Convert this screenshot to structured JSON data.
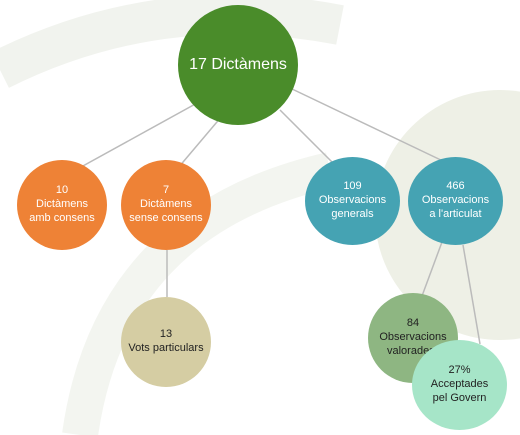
{
  "colors": {
    "root": "#4a8c2a",
    "orange": "#ee8236",
    "teal": "#45a3b3",
    "beige": "#d5cda3",
    "sage": "#8eb682",
    "mint": "#a6e5c8",
    "connector": "#bbbbbb"
  },
  "root": {
    "text": "17 Dictàmens"
  },
  "dictamens_amb_consens": {
    "line1": "10",
    "line2": "Dictàmens",
    "line3": "amb consens"
  },
  "dictamens_sense_consens": {
    "line1": "7",
    "line2": "Dictàmens",
    "line3": "sense consens"
  },
  "observacions_generals": {
    "line1": "109",
    "line2": "Observacions",
    "line3": "generals"
  },
  "observacions_articulat": {
    "line1": "466",
    "line2": "Observacions",
    "line3": "a l'articulat"
  },
  "vots_particulars": {
    "line1": "13",
    "line2": "Vots particulars"
  },
  "observacions_valorades": {
    "line1": "84",
    "line2": "Observacions",
    "line3": "valorades*"
  },
  "acceptades": {
    "line1": "27%",
    "line2": "Acceptades",
    "line3": "pel Govern"
  }
}
